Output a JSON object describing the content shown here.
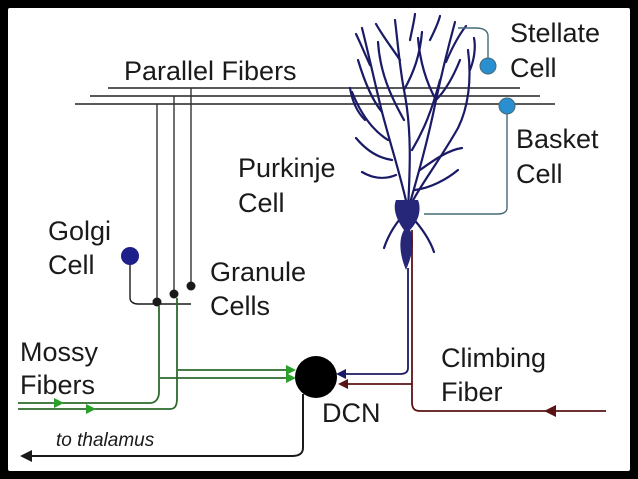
{
  "diagram": {
    "colors": {
      "background": "#000000",
      "panel": "#ffffff",
      "parallel_fibers": "#222222",
      "granule_axons": "#333333",
      "purkinje": "#1a1a66",
      "purkinje_soma": "#27277a",
      "interneuron": "#2a8fd0",
      "interneuron_axon": "#456a78",
      "golgi": "#1f1f8c",
      "mossy": "#2d6a2d",
      "mossy_arrow": "#2aa02a",
      "climbing": "#5a1414",
      "dcn": "#000000",
      "output": "#1a1a1a"
    },
    "labels": {
      "parallel_fibers": "Parallel Fibers",
      "stellate_1": "Stellate",
      "stellate_2": "Cell",
      "basket_1": "Basket",
      "basket_2": "Cell",
      "purkinje_1": "Purkinje",
      "purkinje_2": "Cell",
      "golgi_1": "Golgi",
      "golgi_2": "Cell",
      "granule_1": "Granule",
      "granule_2": "Cells",
      "mossy_1": "Mossy",
      "mossy_2": "Fibers",
      "climbing_1": "Climbing",
      "climbing_2": "Fiber",
      "dcn": "DCN",
      "thalamus": "to thalamus"
    }
  }
}
